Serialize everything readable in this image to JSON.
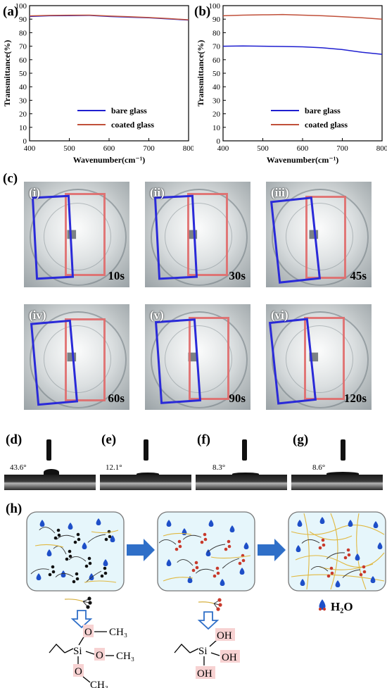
{
  "panels": {
    "a": "(a)",
    "b": "(b)",
    "c": "(c)",
    "d": "(d)",
    "e": "(e)",
    "f": "(f)",
    "g": "(g)",
    "h": "(h)"
  },
  "chart_data": [
    {
      "type": "line",
      "title": "",
      "xlabel": "Wavenumber(cm⁻¹)",
      "ylabel": "Transmittance(%)",
      "xlim": [
        400,
        800
      ],
      "ylim": [
        0,
        100
      ],
      "xticks": [
        400,
        500,
        600,
        700,
        800
      ],
      "yticks": [
        0,
        10,
        20,
        30,
        40,
        50,
        60,
        70,
        80,
        90,
        100
      ],
      "legend_position": "bottom-right",
      "series": [
        {
          "name": "bare glass",
          "color": "#1f1fd0",
          "x": [
            400,
            450,
            500,
            550,
            600,
            650,
            700,
            750,
            800
          ],
          "y": [
            92.0,
            92.5,
            92.6,
            92.8,
            92.0,
            91.5,
            91.0,
            90.2,
            89.3
          ]
        },
        {
          "name": "coated glass",
          "color": "#c0503a",
          "x": [
            400,
            450,
            500,
            550,
            600,
            650,
            700,
            750,
            800
          ],
          "y": [
            92.4,
            92.8,
            92.9,
            93.0,
            92.3,
            91.8,
            91.2,
            90.4,
            89.5
          ]
        }
      ]
    },
    {
      "type": "line",
      "title": "",
      "xlabel": "Wavenumber(cm⁻¹)",
      "ylabel": "Transmittance(%)",
      "xlim": [
        400,
        800
      ],
      "ylim": [
        0,
        100
      ],
      "xticks": [
        400,
        500,
        600,
        700,
        800
      ],
      "yticks": [
        0,
        10,
        20,
        30,
        40,
        50,
        60,
        70,
        80,
        90,
        100
      ],
      "legend_position": "bottom-right",
      "series": [
        {
          "name": "bare glass",
          "color": "#1f1fd0",
          "x": [
            400,
            450,
            500,
            550,
            600,
            650,
            700,
            750,
            800
          ],
          "y": [
            70.0,
            70.2,
            70.0,
            69.8,
            69.5,
            68.8,
            67.5,
            65.5,
            64.0
          ]
        },
        {
          "name": "coated glass",
          "color": "#c0503a",
          "x": [
            400,
            450,
            500,
            550,
            600,
            650,
            700,
            750,
            800
          ],
          "y": [
            92.5,
            93.0,
            93.2,
            93.4,
            93.0,
            92.5,
            91.8,
            91.0,
            90.0
          ]
        }
      ]
    }
  ],
  "photos": [
    {
      "label": "(i)",
      "time": "10s"
    },
    {
      "label": "(ii)",
      "time": "30s"
    },
    {
      "label": "(iii)",
      "time": "45s"
    },
    {
      "label": "(iv)",
      "time": "60s"
    },
    {
      "label": "(v)",
      "time": "90s"
    },
    {
      "label": "(vi)",
      "time": "120s"
    }
  ],
  "contact_angles": [
    {
      "panel": "(d)",
      "angle": "43.6°"
    },
    {
      "panel": "(e)",
      "angle": "12.1°"
    },
    {
      "panel": "(f)",
      "angle": "8.3°"
    },
    {
      "panel": "(g)",
      "angle": "8.6°"
    }
  ],
  "scheme": {
    "water_label": "H₂O",
    "formula_left": {
      "si": "Si",
      "o1": "O",
      "o2": "O",
      "o3": "O",
      "g1": "CH₃",
      "g2": "CH₃",
      "g3": "CH₃"
    },
    "formula_right": {
      "si": "Si",
      "oh1": "OH",
      "oh2": "OH",
      "oh3": "OH"
    },
    "colors": {
      "bg": "#e6f6fb",
      "blue_dot": "#1e4fc8",
      "red_dot": "#c83a2c",
      "fiber": "#e8c050",
      "arrow": "#2f6fc8"
    }
  }
}
